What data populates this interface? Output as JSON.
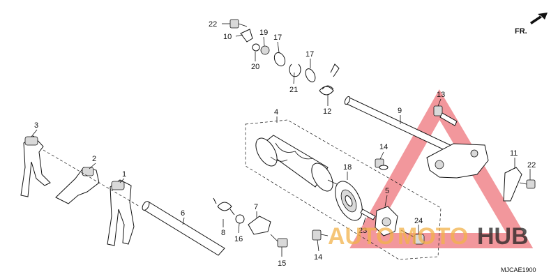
{
  "diagram": {
    "direction": "FR.",
    "code": "MJCAE1900",
    "watermark": {
      "part1": "AUTO",
      "part2": "MOTO",
      "part3": "HUB",
      "triangle_color": "#e8424a",
      "accent_color": "#f2b24a"
    },
    "callouts": [
      {
        "id": "c1",
        "text": "1"
      },
      {
        "id": "c2",
        "text": "2"
      },
      {
        "id": "c3",
        "text": "3"
      },
      {
        "id": "c4",
        "text": "4"
      },
      {
        "id": "c5",
        "text": "5"
      },
      {
        "id": "c6",
        "text": "6"
      },
      {
        "id": "c7",
        "text": "7"
      },
      {
        "id": "c8",
        "text": "8"
      },
      {
        "id": "c9",
        "text": "9"
      },
      {
        "id": "c10",
        "text": "10"
      },
      {
        "id": "c11",
        "text": "11"
      },
      {
        "id": "c12",
        "text": "12"
      },
      {
        "id": "c13",
        "text": "13"
      },
      {
        "id": "c14a",
        "text": "14"
      },
      {
        "id": "c14b",
        "text": "14"
      },
      {
        "id": "c15",
        "text": "15"
      },
      {
        "id": "c16",
        "text": "16"
      },
      {
        "id": "c17a",
        "text": "17"
      },
      {
        "id": "c17b",
        "text": "17"
      },
      {
        "id": "c18",
        "text": "18"
      },
      {
        "id": "c19",
        "text": "19"
      },
      {
        "id": "c20",
        "text": "20"
      },
      {
        "id": "c21",
        "text": "21"
      },
      {
        "id": "c22a",
        "text": "22"
      },
      {
        "id": "c22b",
        "text": "22"
      },
      {
        "id": "c23",
        "text": "23"
      },
      {
        "id": "c24",
        "text": "24"
      }
    ]
  }
}
